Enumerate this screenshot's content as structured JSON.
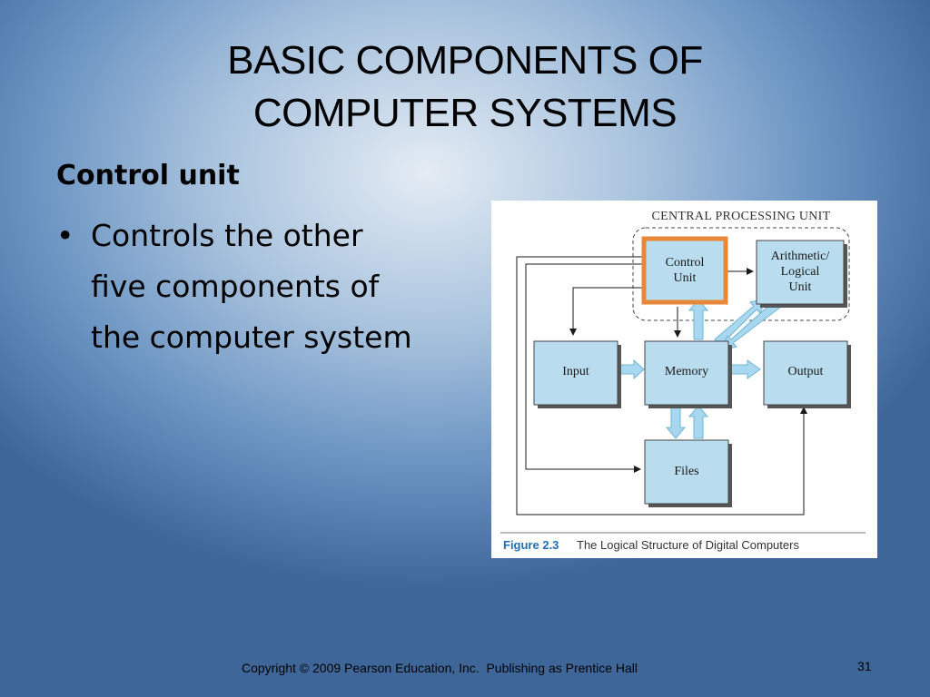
{
  "slide": {
    "title_line1": "BASIC COMPONENTS OF",
    "title_line2": "COMPUTER SYSTEMS",
    "subheading": "Control unit",
    "bullets": [
      {
        "symbol": "•",
        "lines": [
          "Controls the other",
          "five components of",
          "the computer system"
        ]
      }
    ],
    "footer": "Copyright © 2009 Pearson Education, Inc.  Publishing as Prentice Hall",
    "page_number": "31"
  },
  "figure": {
    "cpu_label": "CENTRAL PROCESSING UNIT",
    "control_unit": [
      "Control",
      "Unit"
    ],
    "alu": [
      "Arithmetic/",
      "Logical",
      "Unit"
    ],
    "input": "Input",
    "memory": "Memory",
    "output": "Output",
    "files": "Files",
    "caption_number": "Figure 2.3",
    "caption_text": "The Logical Structure of Digital Computers",
    "colors": {
      "box_fill": "#b9dcee",
      "highlight": "#e8873a",
      "flow_arrow": "#a8d8ef",
      "caption": "#1e6fb4"
    }
  }
}
